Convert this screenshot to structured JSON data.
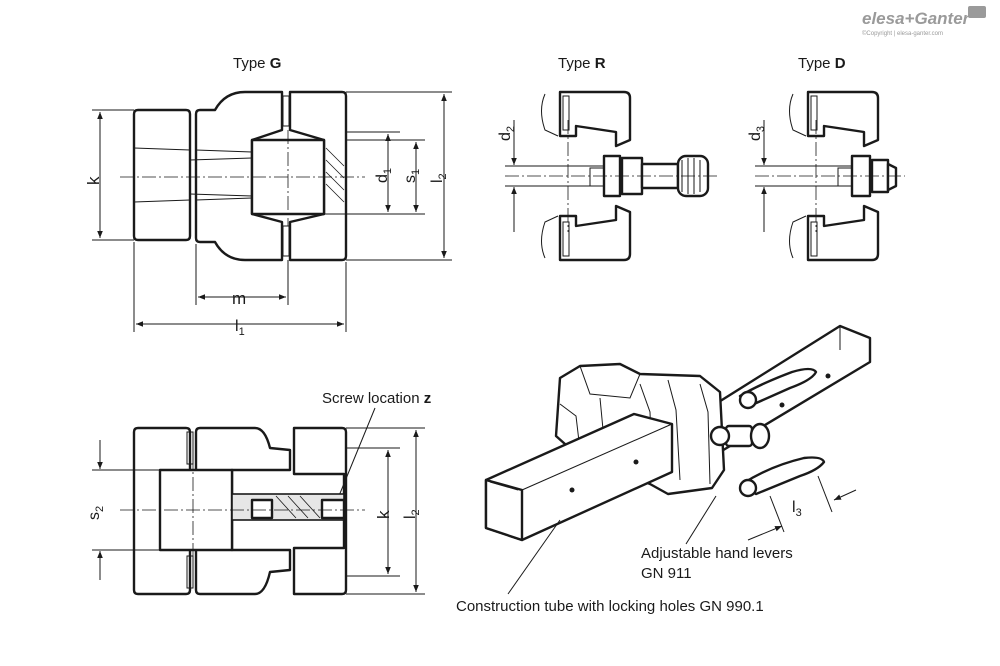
{
  "logo": {
    "brand": "elesa+Ganter",
    "copyright": "©Copyright | elesa-ganter.com"
  },
  "views": {
    "type_g": {
      "prefix": "Type ",
      "letter": "G"
    },
    "type_r": {
      "prefix": "Type ",
      "letter": "R"
    },
    "type_d": {
      "prefix": "Type ",
      "letter": "D"
    }
  },
  "dimensions": {
    "k": "k",
    "m": "m",
    "l": "l",
    "s": "s",
    "d": "d",
    "sub_1": "1",
    "sub_2": "2",
    "sub_3": "3"
  },
  "callouts": {
    "screw_location_prefix": "Screw location ",
    "screw_location_letter": "z",
    "hand_levers_line1": "Adjustable hand levers",
    "hand_levers_line2": "GN 911",
    "construction_tube": "Construction tube with locking holes GN 990.1"
  }
}
